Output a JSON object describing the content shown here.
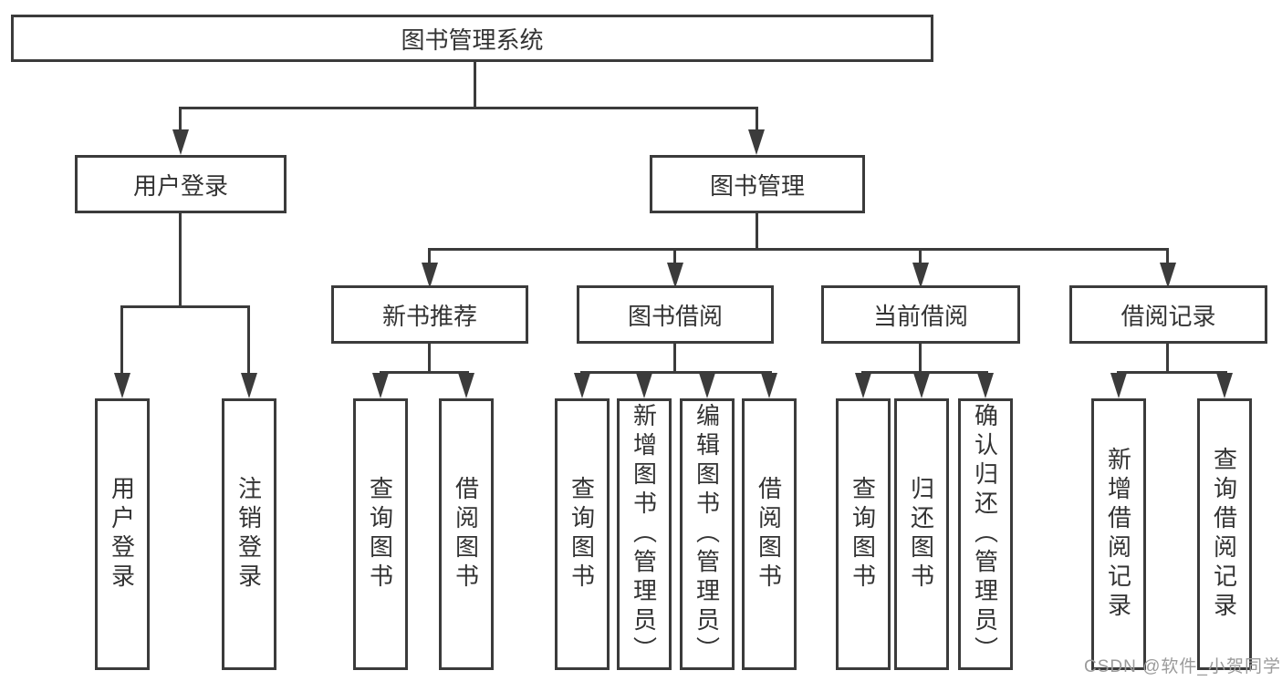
{
  "tree": {
    "root": {
      "label": "图书管理系统",
      "children": [
        {
          "label": "用户登录",
          "children": [
            {
              "label": "用户登录"
            },
            {
              "label": "注销登录"
            }
          ]
        },
        {
          "label": "图书管理",
          "children": [
            {
              "label": "新书推荐",
              "children": [
                {
                  "label": "查询图书"
                },
                {
                  "label": "借阅图书"
                }
              ]
            },
            {
              "label": "图书借阅",
              "children": [
                {
                  "label": "查询图书"
                },
                {
                  "label": "新增图书（管理员）"
                },
                {
                  "label": "编辑图书（管理员）"
                },
                {
                  "label": "借阅图书"
                }
              ]
            },
            {
              "label": "当前借阅",
              "children": [
                {
                  "label": "查询图书"
                },
                {
                  "label": "归还图书"
                },
                {
                  "label": "确认归还（管理员）"
                }
              ]
            },
            {
              "label": "借阅记录",
              "children": [
                {
                  "label": "新增借阅记录"
                },
                {
                  "label": "查询借阅记录"
                }
              ]
            }
          ]
        }
      ]
    }
  },
  "watermark": {
    "text": "CSDN @软件_小贺同学"
  },
  "colors": {
    "line": "#3b3b3b",
    "text": "#333333",
    "background": "#ffffff",
    "watermark": "#9b9b9b"
  }
}
